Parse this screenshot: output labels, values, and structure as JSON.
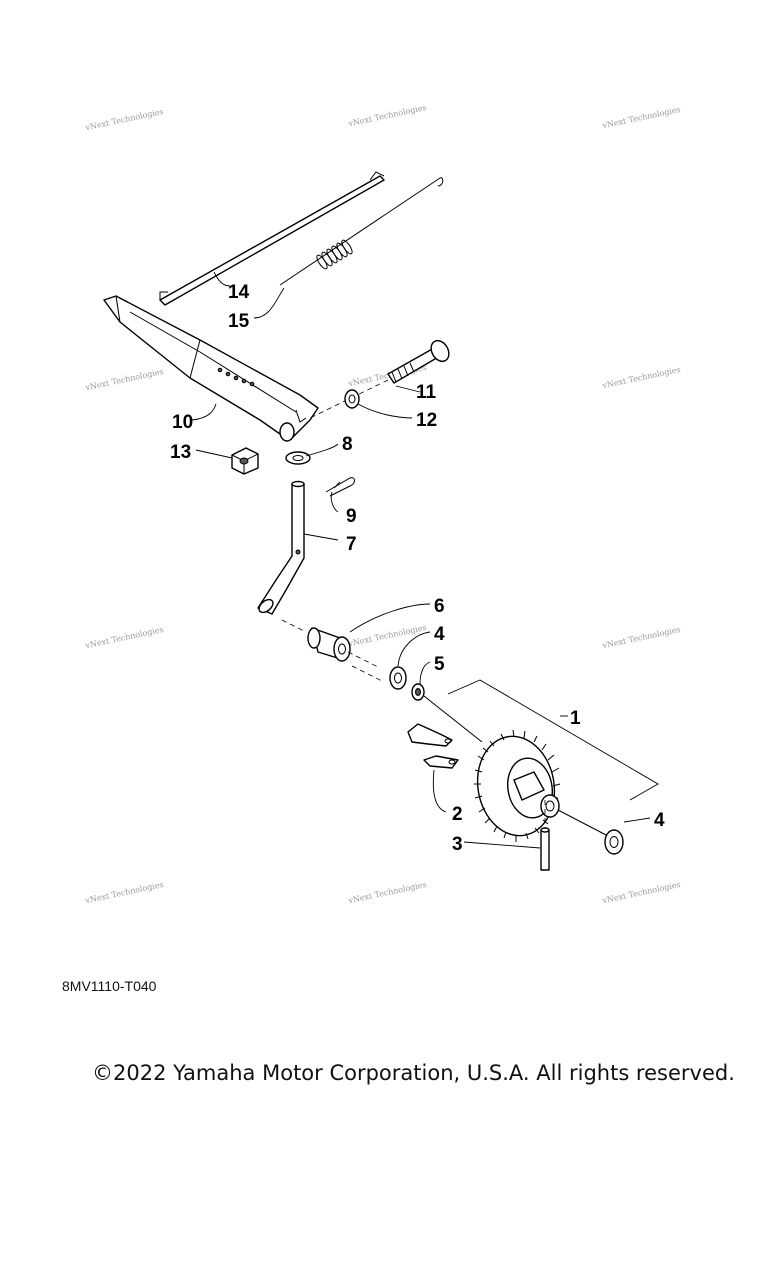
{
  "diagram": {
    "drawing_code": "8MV1110-T040",
    "copyright": "©2022 Yamaha Motor Corporation, U.S.A. All rights reserved.",
    "watermark_text": "vNext Technologies",
    "callouts": {
      "c1": "1",
      "c2": "2",
      "c3": "3",
      "c4a": "4",
      "c4b": "4",
      "c5": "5",
      "c6": "6",
      "c7": "7",
      "c8": "8",
      "c9": "9",
      "c10": "10",
      "c11": "11",
      "c12": "12",
      "c13": "13",
      "c14": "14",
      "c15": "15"
    }
  }
}
